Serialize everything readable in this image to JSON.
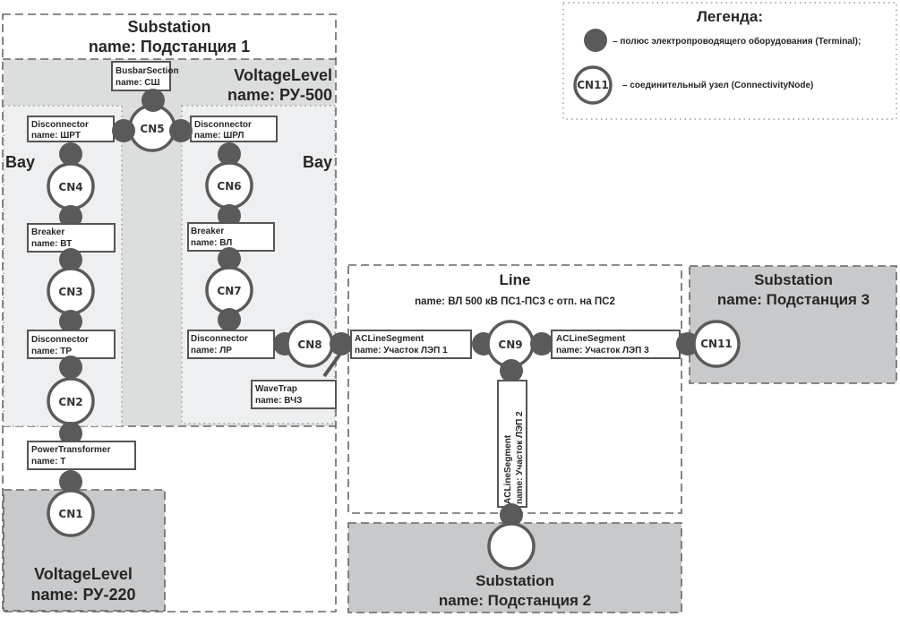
{
  "colors": {
    "terminal": "#5a5a5a",
    "node_stroke": "#5a5a5a",
    "voltage_level_fill": "#dcdedd",
    "bay_fill": "#eeeff0",
    "external_substation_fill": "#c8c9cb"
  },
  "legend": {
    "title": "Легенда:",
    "terminal_text": "– полюс электропроводящего оборудования (Terminal);",
    "node_label": "CN11",
    "node_text": "– соединительный узел (ConnectivityNode)"
  },
  "substation1": {
    "title": "Substation",
    "name": "name: Подстанция 1"
  },
  "voltage_level_500": {
    "title": "VoltageLevel",
    "name": "name: РУ-500"
  },
  "voltage_level_220": {
    "title": "VoltageLevel",
    "name": "name: РУ-220"
  },
  "bay_left": {
    "title": "Bay"
  },
  "bay_right": {
    "title": "Bay"
  },
  "line": {
    "title": "Line",
    "name": "name: ВЛ 500 кВ ПС1-ПС3 с отп. на ПС2"
  },
  "substation2": {
    "title": "Substation",
    "name": "name: Подстанция 2"
  },
  "substation3": {
    "title": "Substation",
    "name": "name: Подстанция 3"
  },
  "equipment": {
    "busbar": {
      "type": "BusbarSection",
      "name": "name: СШ"
    },
    "disc_shrt": {
      "type": "Disconnector",
      "name": "name: ШРТ"
    },
    "disc_shrl": {
      "type": "Disconnector",
      "name": "name: ШРЛ"
    },
    "brk_vt": {
      "type": "Breaker",
      "name": "name: ВТ"
    },
    "brk_vl": {
      "type": "Breaker",
      "name": "name: ВЛ"
    },
    "disc_tr": {
      "type": "Disconnector",
      "name": "name: ТР"
    },
    "disc_lr": {
      "type": "Disconnector",
      "name": "name: ЛР"
    },
    "transformer": {
      "type": "PowerTransformer",
      "name": "name: Т"
    },
    "wavetrap": {
      "type": "WaveTrap",
      "name": "name: ВЧЗ"
    },
    "seg1": {
      "type": "ACLineSegment",
      "name": "name: Участок ЛЭП 1"
    },
    "seg2": {
      "type": "ACLineSegment",
      "name": "name: Участок ЛЭП 2"
    },
    "seg3": {
      "type": "ACLineSegment",
      "name": "name: Участок ЛЭП 3"
    }
  },
  "nodes": {
    "cn1": "CN1",
    "cn2": "CN2",
    "cn3": "CN3",
    "cn4": "CN4",
    "cn5": "CN5",
    "cn6": "CN6",
    "cn7": "CN7",
    "cn8": "CN8",
    "cn9": "CN9",
    "cn10": "",
    "cn11": "CN11"
  }
}
